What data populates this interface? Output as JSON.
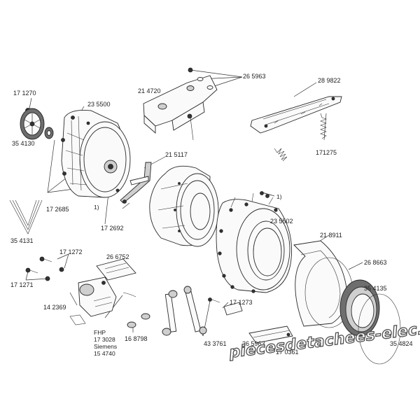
{
  "labels": {
    "p171270": "17 1270",
    "p235500": "23 5500",
    "p214720": "21 4720",
    "p265963_top": "26 5963",
    "p289822": "28 9822",
    "p354130": "35 4130",
    "p215117": "21  5117",
    "p171275": "171275",
    "p235502": "23 5502",
    "p172685": "17 2685",
    "p172692": "17 2692",
    "p218911": "21 8911",
    "p354131": "35 4131",
    "p171272": "17 1272",
    "p266752": "26 6752",
    "p268663": "26 8663",
    "p171271": "17 1271",
    "p354135": "35 4135",
    "p142369": "14 2369",
    "p171273": "17 1273",
    "p168798": "16 8798",
    "p433761": "43 3761",
    "p265963_bottom": "26 5963",
    "p170361": "17 0361",
    "p354824": "35 4824"
  },
  "notes": {
    "note1_top": "1)",
    "note1_middle": "1)",
    "brand_line1": "FHP",
    "brand_line2": "17 3028",
    "brand_line3": "Siemens",
    "brand_line4": "15 4740"
  },
  "watermark": "piecesdetachees-elec.com"
}
